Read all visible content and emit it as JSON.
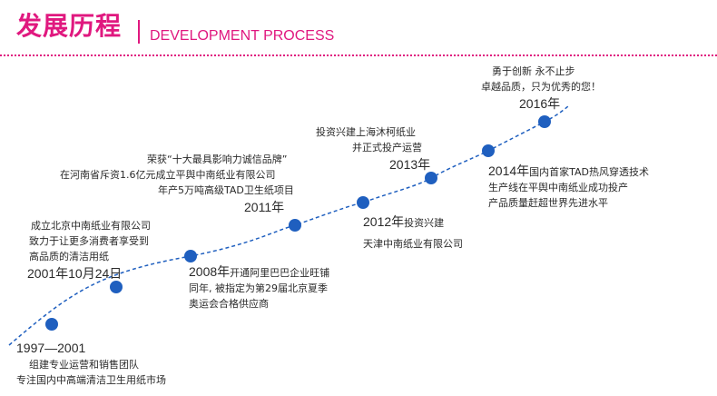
{
  "header": {
    "title_cn": "发展历程",
    "title_en": "DEVELOPMENT PROCESS"
  },
  "colors": {
    "accent": "#e0187f",
    "timeline_line": "#1f5fbf",
    "node": "#1f5fbf"
  },
  "events": [
    {
      "id": "1997",
      "year": "1997—2001",
      "lines": [
        "组建专业运营和销售团队",
        "专注国内中高端清洁卫生用纸市场"
      ]
    },
    {
      "id": "2001",
      "lines": [
        "成立北京中南纸业有限公司",
        "致力于让更多消费者享受到",
        "高品质的清洁用纸"
      ],
      "year": "2001年10月24日"
    },
    {
      "id": "2008",
      "year": "2008年",
      "year_text": "开通阿里巴巴企业旺铺",
      "lines": [
        "同年, 被指定为第29届北京夏季",
        "奥运会合格供应商"
      ]
    },
    {
      "id": "2011",
      "lines": [
        "荣获“十大最具影响力诚信品牌”",
        "在河南省斥资1.6亿元成立平舆中南纸业有限公司",
        "年产5万吨高级TAD卫生纸项目"
      ],
      "year": "2011年"
    },
    {
      "id": "2012",
      "year": "2012年",
      "year_text": "投资兴建",
      "lines": [
        "天津中南纸业有限公司"
      ]
    },
    {
      "id": "2013",
      "lines": [
        "投资兴建上海沐柯纸业",
        "并正式投产运营"
      ],
      "year": "2013年"
    },
    {
      "id": "2014",
      "year": "2014年",
      "year_text": "国内首家TAD热风穿透技术",
      "lines": [
        "生产线在平舆中南纸业成功投产",
        "产品质量赶超世界先进水平"
      ]
    },
    {
      "id": "2016",
      "lines": [
        "勇于创新  永不止步",
        "卓越品质，只为优秀的您！"
      ],
      "year": "2016年"
    }
  ]
}
